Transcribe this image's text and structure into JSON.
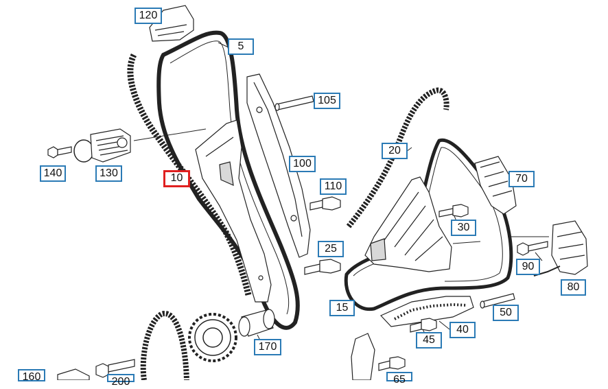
{
  "colors": {
    "callout_border": "#2a7ab5",
    "selected_border": "#e02020",
    "line": "#222222",
    "fill": "#ffffff",
    "shade": "#d8d8d8"
  },
  "selected_part": "10",
  "parts": [
    {
      "id": "p120",
      "label": "120"
    },
    {
      "id": "p5",
      "label": "5"
    },
    {
      "id": "p105",
      "label": "105"
    },
    {
      "id": "p20",
      "label": "20"
    },
    {
      "id": "p100",
      "label": "100"
    },
    {
      "id": "p70",
      "label": "70"
    },
    {
      "id": "p140",
      "label": "140"
    },
    {
      "id": "p130",
      "label": "130"
    },
    {
      "id": "p10",
      "label": "10"
    },
    {
      "id": "p110",
      "label": "110"
    },
    {
      "id": "p30",
      "label": "30"
    },
    {
      "id": "p25",
      "label": "25"
    },
    {
      "id": "p90",
      "label": "90"
    },
    {
      "id": "p80",
      "label": "80"
    },
    {
      "id": "p15",
      "label": "15"
    },
    {
      "id": "p50",
      "label": "50"
    },
    {
      "id": "p40",
      "label": "40"
    },
    {
      "id": "p45",
      "label": "45"
    },
    {
      "id": "p170",
      "label": "170"
    },
    {
      "id": "p160",
      "label": "160"
    },
    {
      "id": "p200",
      "label": "200"
    },
    {
      "id": "p65",
      "label": "65"
    }
  ]
}
